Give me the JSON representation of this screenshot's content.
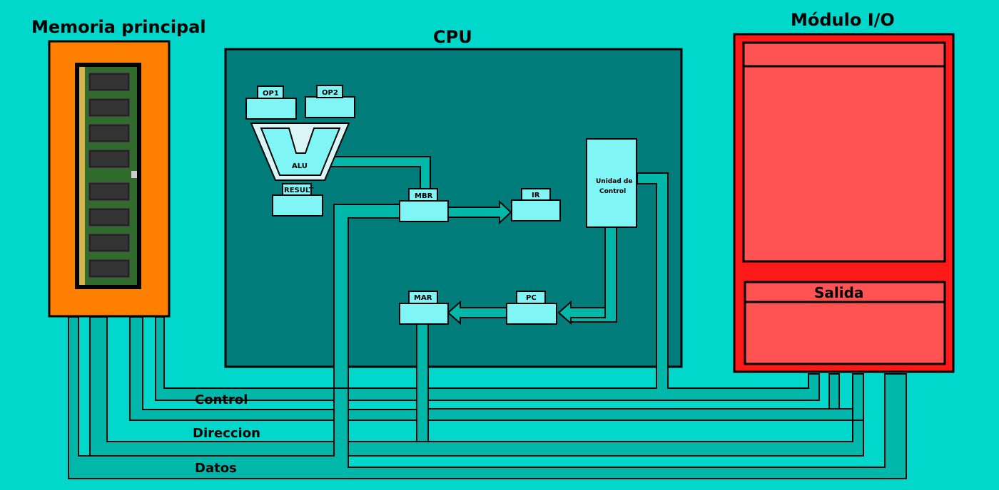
{
  "colors": {
    "background": "#00d8cc",
    "cpu_panel": "#007d7b",
    "bus_teal": "#00b8aa",
    "register_cyan": "#7ff5f5",
    "memory_orange": "#ff7f00",
    "io_red_outer": "#ff1a1a",
    "io_red_inner": "#ff5252"
  },
  "memory": {
    "title": "Memoria principal",
    "image": "ram-module-icon"
  },
  "cpu": {
    "title": "CPU",
    "op1": "OP1",
    "op2": "OP2",
    "alu": "ALU",
    "result": "RESULT",
    "mbr": "MBR",
    "ir": "IR",
    "control_unit_line1": "Unidad de",
    "control_unit_line2": "Control",
    "mar": "MAR",
    "pc": "PC"
  },
  "io": {
    "title": "Módulo I/O",
    "output": "Salida"
  },
  "buses": {
    "control": "Control",
    "address": "Direccion",
    "data": "Datos"
  }
}
